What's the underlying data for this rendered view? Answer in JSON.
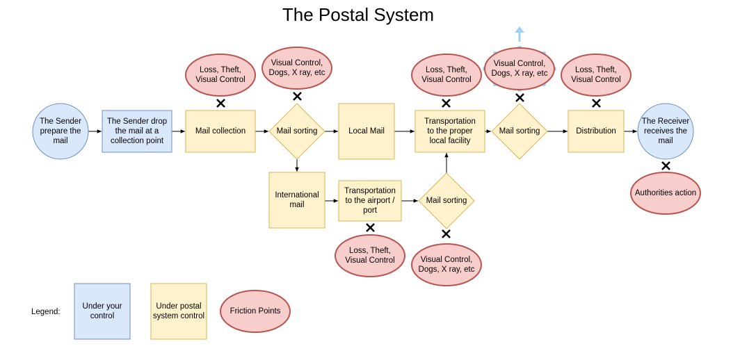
{
  "title": "The Postal System",
  "colors": {
    "blue_fill": "#dae8fc",
    "blue_stroke": "#6c8ebf",
    "yellow_fill": "#fff2cc",
    "yellow_stroke": "#d6b656",
    "red_fill": "#f8cecc",
    "red_stroke": "#b85450"
  },
  "nodes": {
    "sender_prepare": [
      "The Sender",
      "prepare the",
      "mail"
    ],
    "sender_drop": [
      "The Sender drop",
      "the mail at a",
      "collection point"
    ],
    "mail_collection": [
      "Mail collection"
    ],
    "mail_sorting_1": [
      "Mail sorting"
    ],
    "local_mail": [
      "Local Mail"
    ],
    "transport_local": [
      "Transportation",
      "to the proper",
      "local facility"
    ],
    "mail_sorting_2": [
      "Mail sorting"
    ],
    "distribution": [
      "Distribution"
    ],
    "receiver": [
      "The Receiver",
      "receives the",
      "mail"
    ],
    "international_mail": [
      "International",
      "mail"
    ],
    "transport_airport": [
      "Transportation",
      "to the airport /",
      "port"
    ],
    "mail_sorting_3": [
      "Mail sorting"
    ],
    "friction_collection": [
      "Loss, Theft,",
      "Visual Control"
    ],
    "friction_sorting_1": [
      "Visual Control,",
      "Dogs, X ray, etc"
    ],
    "friction_transport_local": [
      "Loss, Theft,",
      "Visual Control"
    ],
    "friction_sorting_2": [
      "Visual Control,",
      "Dogs, X ray, etc"
    ],
    "friction_distribution": [
      "Loss, Theft,",
      "Visual Control"
    ],
    "friction_receiver": [
      "Authorities action"
    ],
    "friction_transport_airport": [
      "Loss, Theft,",
      "Visual Control"
    ],
    "friction_sorting_3": [
      "Visual Control,",
      "Dogs, X ray, etc"
    ]
  },
  "legend": {
    "label": "Legend:",
    "under_your_control": [
      "Under your",
      "control"
    ],
    "under_postal_control": [
      "Under postal",
      "system control"
    ],
    "friction_points": [
      "Friction Points"
    ]
  }
}
